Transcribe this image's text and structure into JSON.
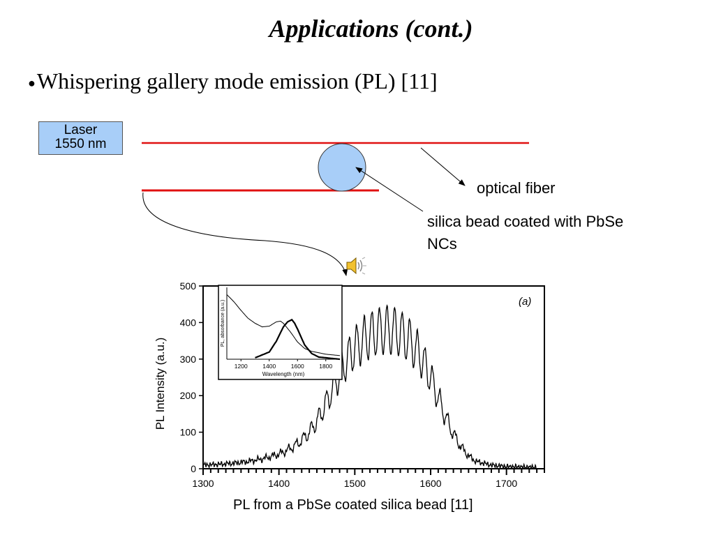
{
  "slide": {
    "title": "Applications (cont.)",
    "bullet": "Whispering gallery mode emission (PL) [11]",
    "laser_box": {
      "line1": "Laser",
      "line2": "1550 nm"
    },
    "labels": {
      "optical_fiber": "optical fiber",
      "bead_line1": "silica bead coated with PbSe",
      "bead_line2": "NCs"
    },
    "caption": "PL from a PbSe coated silica bead [11]",
    "icons": {
      "audio": "speaker-icon"
    },
    "colors": {
      "fiber": "#e01010",
      "bead": "#a8cef8",
      "laser_box": "#a8cef8"
    }
  },
  "chart_data": [
    {
      "type": "line",
      "panel_label": "(a)",
      "xlabel": "",
      "ylabel": "PL Intensity (a.u.)",
      "xlim": [
        1300,
        1750
      ],
      "ylim": [
        0,
        500
      ],
      "xticks": [
        1300,
        1400,
        1500,
        1600,
        1700
      ],
      "yticks": [
        0,
        100,
        200,
        300,
        400,
        500
      ],
      "series": [
        {
          "x": [
            1300,
            1320,
            1340,
            1360,
            1380,
            1400,
            1410,
            1420,
            1430,
            1440,
            1450,
            1460,
            1470,
            1480,
            1490,
            1500,
            1510,
            1520,
            1530,
            1540,
            1550,
            1560,
            1570,
            1580,
            1590,
            1600,
            1610,
            1620,
            1630,
            1640,
            1650,
            1660,
            1680,
            1700,
            1720,
            1740
          ],
          "y": [
            10,
            12,
            15,
            20,
            28,
            40,
            50,
            62,
            78,
            100,
            130,
            170,
            215,
            260,
            300,
            330,
            350,
            365,
            375,
            380,
            378,
            370,
            355,
            330,
            295,
            250,
            195,
            140,
            95,
            60,
            35,
            20,
            10,
            6,
            5,
            4
          ]
        }
      ],
      "fringe_amplitude": 65,
      "fringe_period_nm": 10
    },
    {
      "type": "line",
      "inset": true,
      "xlabel": "Wavelength (nm)",
      "ylabel": "PL, absorbance (a.u.)",
      "xlim": [
        1100,
        1900
      ],
      "xticks": [
        1200,
        1400,
        1600,
        1800
      ],
      "series": [
        {
          "name": "",
          "x": [
            1100,
            1150,
            1200,
            1250,
            1300,
            1350,
            1400,
            1450,
            1480,
            1500,
            1550,
            1600,
            1650,
            1700,
            1800,
            1900
          ],
          "y": [
            0.9,
            0.8,
            0.68,
            0.57,
            0.5,
            0.45,
            0.46,
            0.52,
            0.53,
            0.5,
            0.38,
            0.24,
            0.15,
            0.11,
            0.07,
            0.05
          ]
        },
        {
          "name": "",
          "x": [
            1300,
            1400,
            1450,
            1500,
            1530,
            1560,
            1580,
            1600,
            1650,
            1700,
            1750,
            1900
          ],
          "y": [
            0.02,
            0.1,
            0.25,
            0.45,
            0.52,
            0.55,
            0.5,
            0.42,
            0.2,
            0.08,
            0.03,
            0.0
          ]
        }
      ]
    }
  ]
}
